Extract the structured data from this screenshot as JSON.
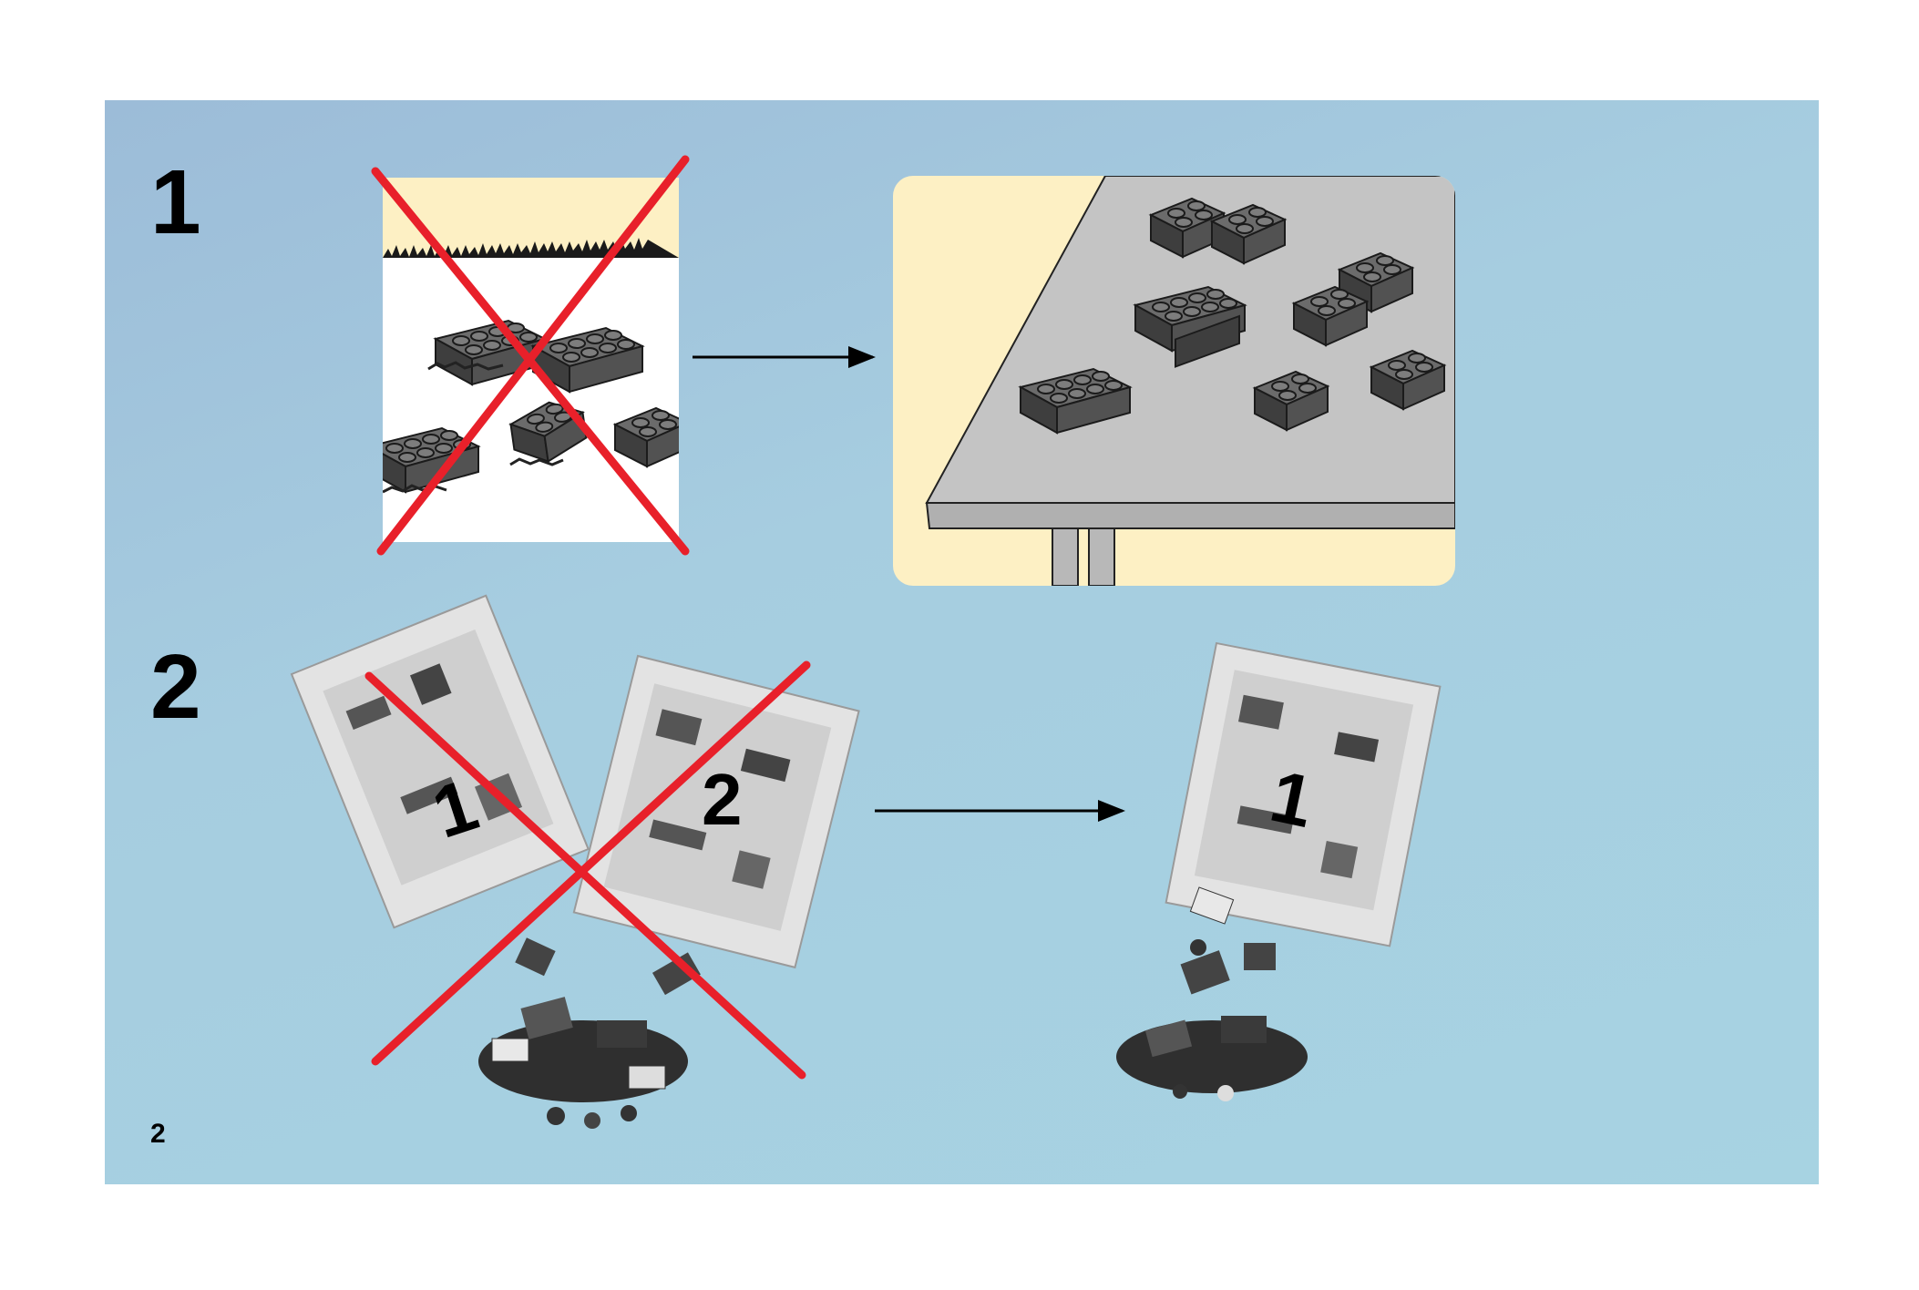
{
  "page": {
    "page_number": "2",
    "background_color": "#a7d3e2",
    "accent_color": "#e8202a"
  },
  "steps": [
    {
      "number": "1",
      "wrong_icon": "crossed-out-bricks-on-floor-icon",
      "right_icon": "bricks-on-table-icon",
      "arrow_icon": "right-arrow-icon"
    },
    {
      "number": "2",
      "wrong_icon": "crossed-out-two-bags-opened-icon",
      "right_icon": "single-bag-opened-icon",
      "arrow_icon": "right-arrow-icon",
      "bag_labels": [
        "1",
        "2"
      ],
      "right_bag_label": "1"
    }
  ]
}
